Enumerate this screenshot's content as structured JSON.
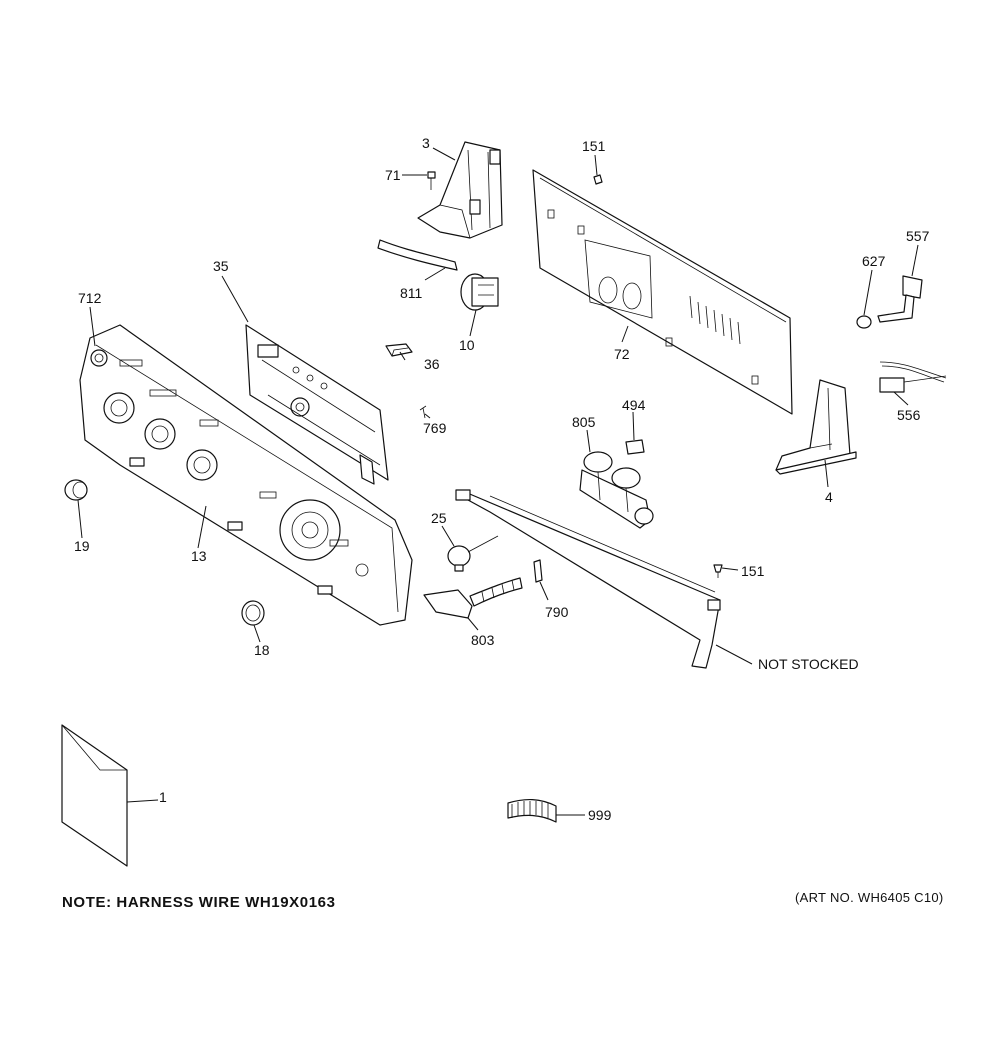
{
  "callouts": {
    "c3": "3",
    "c71": "71",
    "c151a": "151",
    "c811": "811",
    "c10": "10",
    "c36": "36",
    "c35": "35",
    "c712": "712",
    "c72": "72",
    "c627": "627",
    "c557": "557",
    "c556": "556",
    "c769": "769",
    "c805": "805",
    "c494": "494",
    "c4": "4",
    "c19": "19",
    "c13": "13",
    "c25": "25",
    "c151b": "151",
    "c790": "790",
    "c803": "803",
    "c18": "18",
    "not_stocked": "NOT STOCKED",
    "c1": "1",
    "c999": "999"
  },
  "footer": {
    "note": "NOTE: HARNESS WIRE WH19X0163",
    "art_no": "(ART NO. WH6405 C10)"
  }
}
